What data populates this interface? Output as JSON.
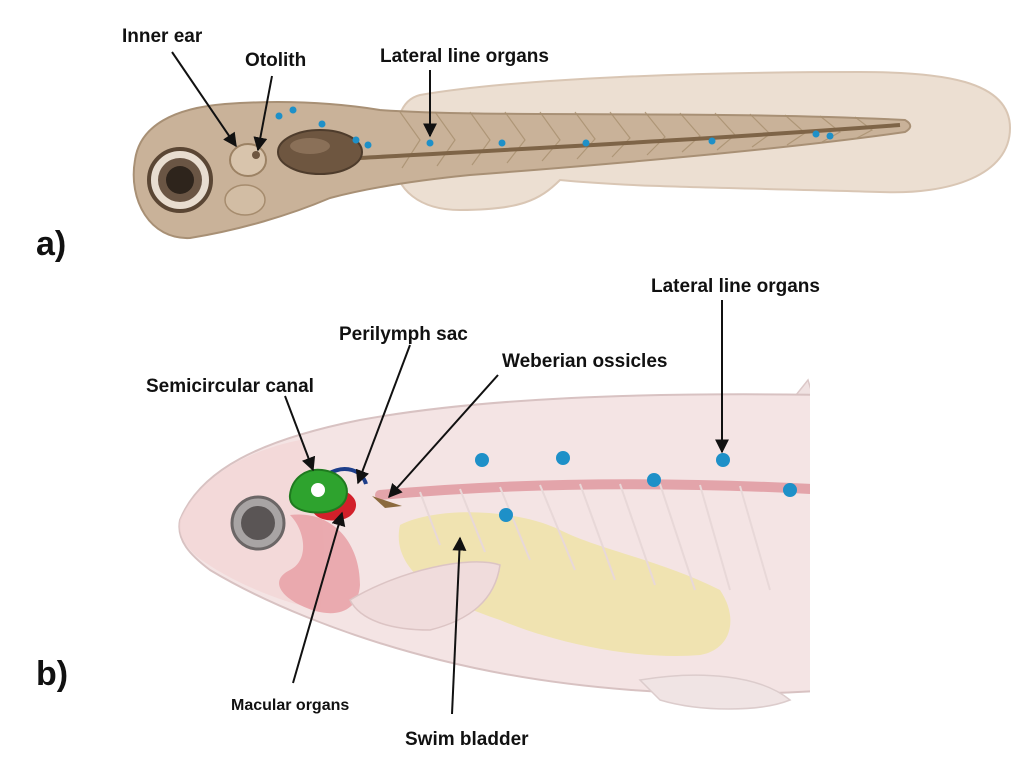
{
  "panels": {
    "a": {
      "tag": "a)",
      "labels": {
        "inner_ear": "Inner ear",
        "otolith": "Otolith",
        "lateral_line": "Lateral line organs"
      }
    },
    "b": {
      "tag": "b)",
      "labels": {
        "lateral_line": "Lateral line organs",
        "perilymph_sac": "Perilymph sac",
        "weberian_ossicles": "Weberian ossicles",
        "semicircular_canal": "Semicircular canal",
        "macular_organs": "Macular organs",
        "swim_bladder": "Swim bladder"
      }
    }
  },
  "colors": {
    "larva_body": "#c9b299",
    "larva_fin": "#ecdfd2",
    "adult_body": "#f4e4e4",
    "lateral_line_dot": "#1e90c8",
    "semicircular_canal": "#2ea32e",
    "macular": "#d2202a",
    "swim_bladder": "#efe3a8",
    "label": "#111111"
  }
}
